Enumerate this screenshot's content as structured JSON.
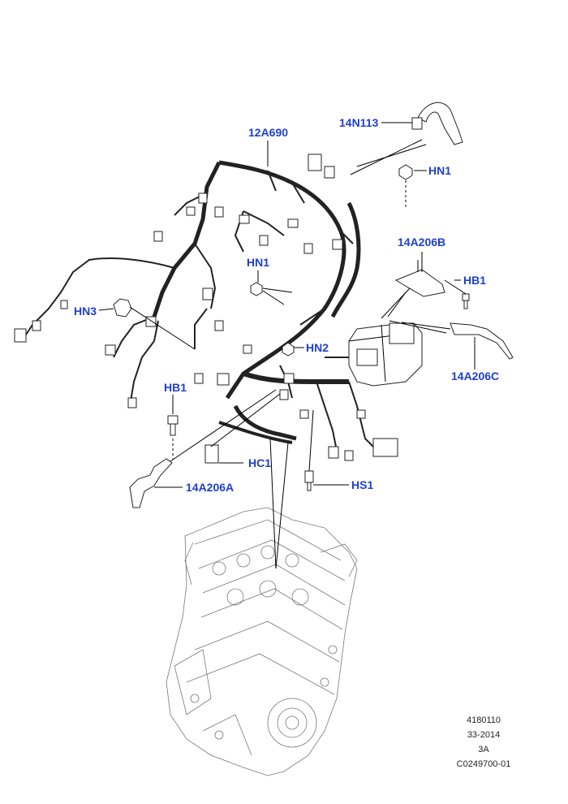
{
  "callouts": {
    "c_14N113": "14N113",
    "c_12A690": "12A690",
    "c_HN1_top": "HN1",
    "c_14A206B": "14A206B",
    "c_HB1_right": "HB1",
    "c_HN1_mid": "HN1",
    "c_HN3": "HN3",
    "c_HN2": "HN2",
    "c_14A206C": "14A206C",
    "c_HB1_left": "HB1",
    "c_HC1": "HC1",
    "c_14A206A": "14A206A",
    "c_HS1": "HS1"
  },
  "reference": {
    "line1": "4180110",
    "line2": "33-2014",
    "line3": "3A",
    "line4": "C0249700-01"
  },
  "colors": {
    "callout": "#1f3fd1",
    "line": "#000000",
    "engine_outline": "#777777"
  }
}
